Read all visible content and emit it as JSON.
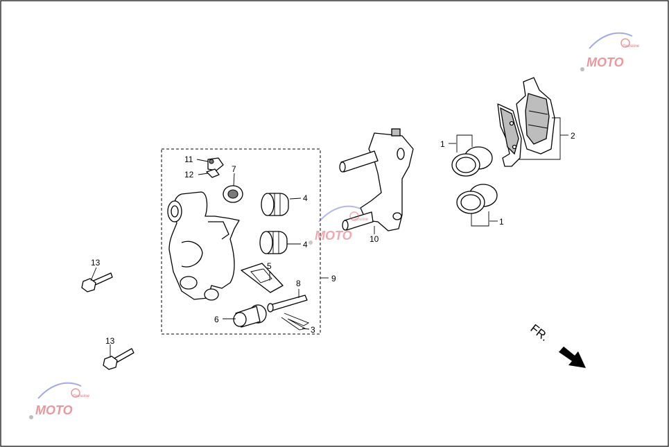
{
  "diagram": {
    "callouts": {
      "c1a": "1",
      "c1b": "1",
      "c2": "2",
      "c3": "3",
      "c4a": "4",
      "c4b": "4",
      "c5": "5",
      "c6": "6",
      "c7": "7",
      "c8": "8",
      "c9": "9",
      "c10": "10",
      "c11": "11",
      "c12": "12",
      "c13a": "13",
      "c13b": "13"
    },
    "direction_label": "FR.",
    "watermark": {
      "brand": "MOTO",
      "sub": "Genuine"
    },
    "colors": {
      "line": "#000000",
      "part_shade": "#bdbdbd",
      "watermark_red": "#d9434f",
      "watermark_blue": "#5566cc"
    }
  }
}
